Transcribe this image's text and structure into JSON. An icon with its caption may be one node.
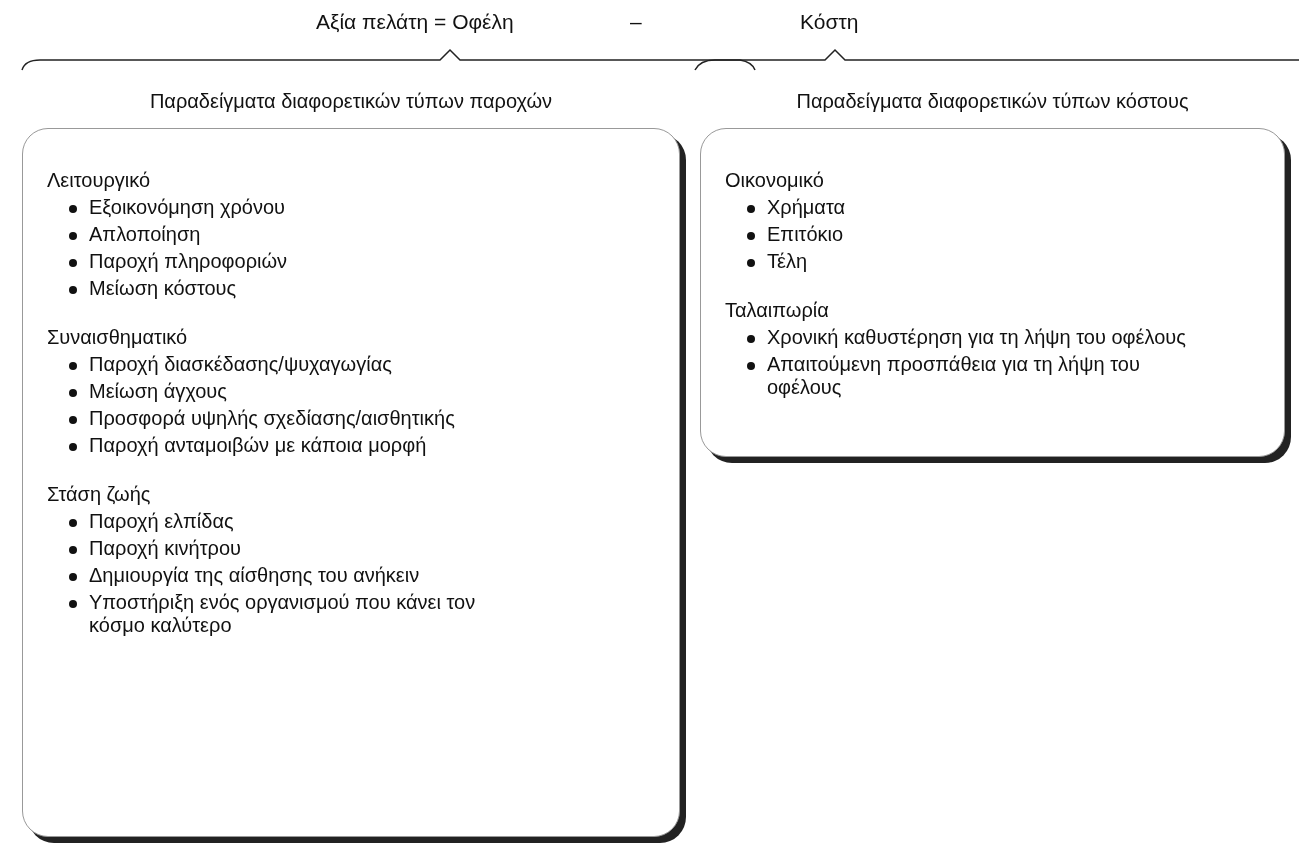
{
  "diagram": {
    "nodes": [
      {
        "text": [
          "Παραδείγματα διαφορετικών τύπων παροχών",
          "Λειτουργικό",
          "Εξοικονόμηση χρόνου",
          "Απλοποίηση",
          "Παροχή πληροφοριών",
          "Μείωση κόστους",
          "Συναισθηματικό",
          "Παροχή διασκέδασης/ψυχαγωγίας",
          "Μείωση άγχους",
          "Προσφορά υψηλής σχεδίασης/αισθητικής",
          "Παροχή ανταμοιβών με κάποια μορφή",
          "Στάση ζωής",
          "Παροχή ελπίδας",
          "Παροχή κινήτρου",
          "Δημιουργία της αίσθησης του ανήκειν",
          "Υποστήριξη ενός οργανισμού που κάνει τον κόσμο καλύτερο"
        ]
      },
      {
        "text": [
          "Παραδείγματα διαφορετικών τύπων κόστους",
          "Οικονομικό",
          "Χρήματα",
          "Επιτόκιο",
          "Τέλη",
          "Ταλαιπωρία",
          "Χρονική καθυστέρηση για τη λήψη του οφέλους",
          "Απαιτούμενη προσπάθεια για τη λήψη του οφέλους"
        ]
      }
    ],
    "edges": [],
    "labels": [
      "Αξία πελάτη = Οφέλη",
      "–",
      "Κόστη"
    ]
  }
}
